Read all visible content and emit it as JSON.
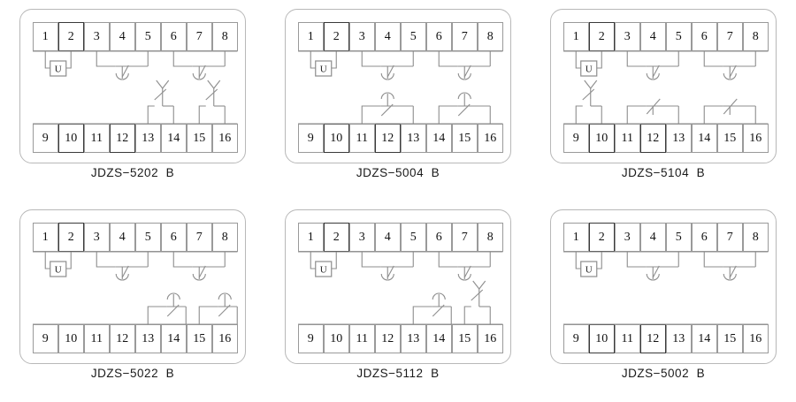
{
  "figure": {
    "type": "relay-terminal-wiring-diagrams",
    "panel_count": 6,
    "colors": {
      "background": "#ffffff",
      "panel_border": "#b8b8b8",
      "terminal_border": "#9a9a9a",
      "terminal_border_dark": "#3a3a3a",
      "wire": "#8d8d8d",
      "text": "#111111"
    },
    "terminal_rows": {
      "top": [
        "1",
        "2",
        "3",
        "4",
        "5",
        "6",
        "7",
        "8"
      ],
      "bottom": [
        "9",
        "10",
        "11",
        "12",
        "13",
        "14",
        "15",
        "16"
      ]
    },
    "coil_label": "U"
  },
  "panels": [
    {
      "id": "jdzs-5202-b",
      "caption": "JDZS−5202  B",
      "top_row": [
        "1",
        "2",
        "3",
        "4",
        "5",
        "6",
        "7",
        "8"
      ],
      "bottom_row": [
        "9",
        "10",
        "11",
        "12",
        "13",
        "14",
        "15",
        "16"
      ],
      "top_dark_terminals": [
        "2"
      ],
      "bottom_dark_terminals": [
        "10",
        "12"
      ],
      "coil": {
        "label": "U",
        "terminals": [
          "1",
          "2"
        ]
      },
      "top_contacts": [
        {
          "type": "changeover-arc-down",
          "terminals": [
            "3",
            "4",
            "5"
          ]
        },
        {
          "type": "changeover-arc-down",
          "terminals": [
            "6",
            "7",
            "8"
          ]
        }
      ],
      "bottom_contacts": [
        {
          "type": "delayed-y-up",
          "terminals": [
            "13",
            "14"
          ]
        },
        {
          "type": "delayed-y-up",
          "terminals": [
            "15",
            "16"
          ]
        }
      ]
    },
    {
      "id": "jdzs-5004-b",
      "caption": "JDZS−5004  B",
      "top_row": [
        "1",
        "2",
        "3",
        "4",
        "5",
        "6",
        "7",
        "8"
      ],
      "bottom_row": [
        "9",
        "10",
        "11",
        "12",
        "13",
        "14",
        "15",
        "16"
      ],
      "top_dark_terminals": [
        "2"
      ],
      "bottom_dark_terminals": [
        "10",
        "12"
      ],
      "coil": {
        "label": "U",
        "terminals": [
          "1",
          "2"
        ]
      },
      "top_contacts": [
        {
          "type": "changeover-arc-down",
          "terminals": [
            "3",
            "4",
            "5"
          ]
        },
        {
          "type": "changeover-arc-down",
          "terminals": [
            "6",
            "7",
            "8"
          ]
        }
      ],
      "bottom_contacts": [
        {
          "type": "changeover-arc-up",
          "terminals": [
            "11",
            "12",
            "13"
          ]
        },
        {
          "type": "changeover-arc-up",
          "terminals": [
            "14",
            "15",
            "16"
          ]
        }
      ]
    },
    {
      "id": "jdzs-5104-b",
      "caption": "JDZS−5104  B",
      "top_row": [
        "1",
        "2",
        "3",
        "4",
        "5",
        "6",
        "7",
        "8"
      ],
      "bottom_row": [
        "9",
        "10",
        "11",
        "12",
        "13",
        "14",
        "15",
        "16"
      ],
      "top_dark_terminals": [
        "2"
      ],
      "bottom_dark_terminals": [
        "10",
        "12"
      ],
      "coil": {
        "label": "U",
        "terminals": [
          "1",
          "2"
        ]
      },
      "top_contacts": [
        {
          "type": "changeover-arc-down",
          "terminals": [
            "3",
            "4",
            "5"
          ]
        },
        {
          "type": "changeover-arc-down",
          "terminals": [
            "6",
            "7",
            "8"
          ]
        }
      ],
      "bottom_contacts": [
        {
          "type": "delayed-y-up",
          "terminals": [
            "9",
            "10"
          ]
        },
        {
          "type": "normally-open",
          "terminals": [
            "11",
            "12",
            "13"
          ]
        },
        {
          "type": "normally-open",
          "terminals": [
            "14",
            "15",
            "16"
          ]
        }
      ]
    },
    {
      "id": "jdzs-5022-b",
      "caption": "JDZS−5022  B",
      "top_row": [
        "1",
        "2",
        "3",
        "4",
        "5",
        "6",
        "7",
        "8"
      ],
      "bottom_row": [
        "9",
        "10",
        "11",
        "12",
        "13",
        "14",
        "15",
        "16"
      ],
      "top_dark_terminals": [
        "2"
      ],
      "bottom_dark_terminals": [],
      "coil": {
        "label": "U",
        "terminals": [
          "1",
          "2"
        ]
      },
      "top_contacts": [
        {
          "type": "changeover-arc-down",
          "terminals": [
            "3",
            "4",
            "5"
          ]
        },
        {
          "type": "changeover-arc-down",
          "terminals": [
            "6",
            "7",
            "8"
          ]
        }
      ],
      "bottom_contacts": [
        {
          "type": "changeover-arc-up",
          "terminals": [
            "13",
            "14"
          ]
        },
        {
          "type": "changeover-arc-up",
          "terminals": [
            "15",
            "16"
          ]
        }
      ]
    },
    {
      "id": "jdzs-5112-b",
      "caption": "JDZS−5112  B",
      "top_row": [
        "1",
        "2",
        "3",
        "4",
        "5",
        "6",
        "7",
        "8"
      ],
      "bottom_row": [
        "9",
        "10",
        "11",
        "12",
        "13",
        "14",
        "15",
        "16"
      ],
      "top_dark_terminals": [
        "2"
      ],
      "bottom_dark_terminals": [],
      "coil": {
        "label": "U",
        "terminals": [
          "1",
          "2"
        ]
      },
      "top_contacts": [
        {
          "type": "changeover-arc-down",
          "terminals": [
            "3",
            "4",
            "5"
          ]
        },
        {
          "type": "changeover-arc-down",
          "terminals": [
            "6",
            "7",
            "8"
          ]
        }
      ],
      "bottom_contacts": [
        {
          "type": "changeover-arc-up",
          "terminals": [
            "13",
            "14"
          ]
        },
        {
          "type": "delayed-y-up",
          "terminals": [
            "15",
            "16"
          ]
        }
      ]
    },
    {
      "id": "jdzs-5002-b",
      "caption": "JDZS−5002  B",
      "top_row": [
        "1",
        "2",
        "3",
        "4",
        "5",
        "6",
        "7",
        "8"
      ],
      "bottom_row": [
        "9",
        "10",
        "11",
        "12",
        "13",
        "14",
        "15",
        "16"
      ],
      "top_dark_terminals": [
        "2"
      ],
      "bottom_dark_terminals": [
        "10",
        "12"
      ],
      "coil": {
        "label": "U",
        "terminals": [
          "1",
          "2"
        ]
      },
      "top_contacts": [
        {
          "type": "changeover-arc-down",
          "terminals": [
            "3",
            "4",
            "5"
          ]
        },
        {
          "type": "changeover-arc-down",
          "terminals": [
            "6",
            "7",
            "8"
          ]
        }
      ],
      "bottom_contacts": []
    }
  ]
}
